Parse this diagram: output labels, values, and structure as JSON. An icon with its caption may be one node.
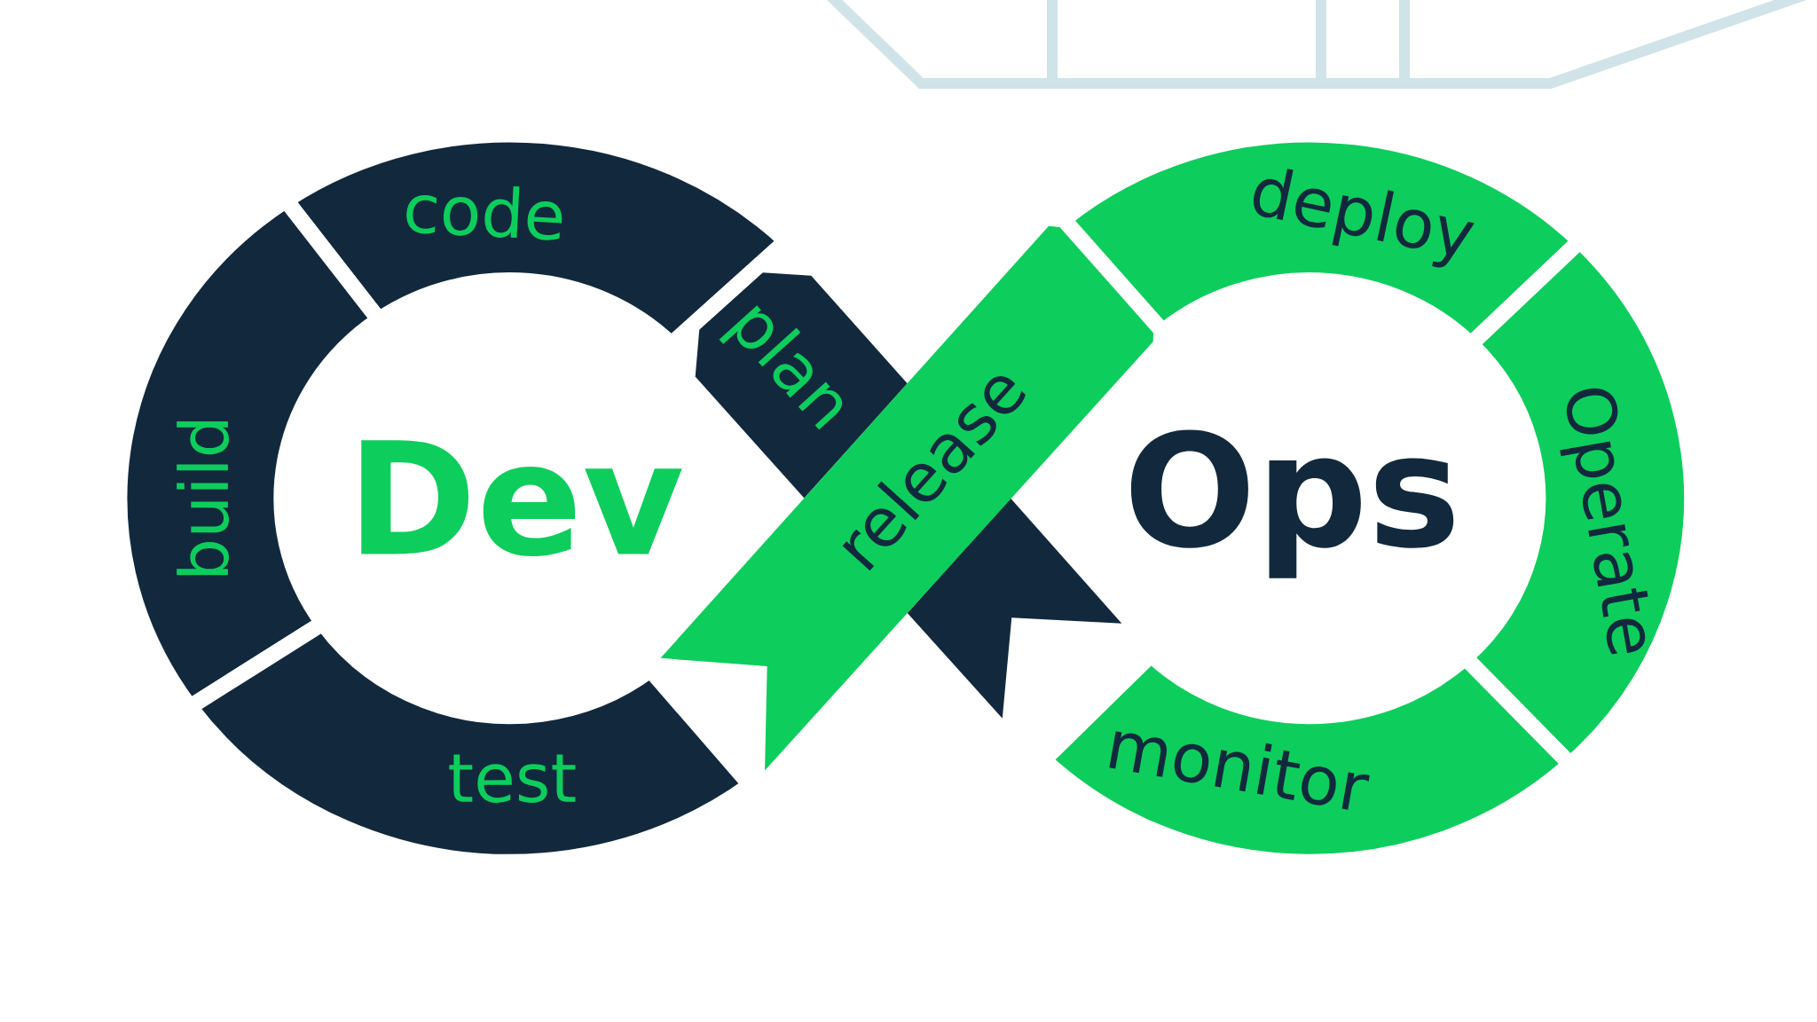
{
  "diagram": {
    "nodes": [
      {
        "text": [
          "plan"
        ]
      },
      {
        "text": [
          "code"
        ]
      },
      {
        "text": [
          "build"
        ]
      },
      {
        "text": [
          "test"
        ]
      },
      {
        "text": [
          "release"
        ]
      },
      {
        "text": [
          "deploy"
        ]
      },
      {
        "text": [
          "Operate"
        ]
      },
      {
        "text": [
          "monitor"
        ]
      },
      {
        "text": [],
        "shape": "band"
      }
    ],
    "labels": [
      "Dev",
      "Ops"
    ]
  }
}
